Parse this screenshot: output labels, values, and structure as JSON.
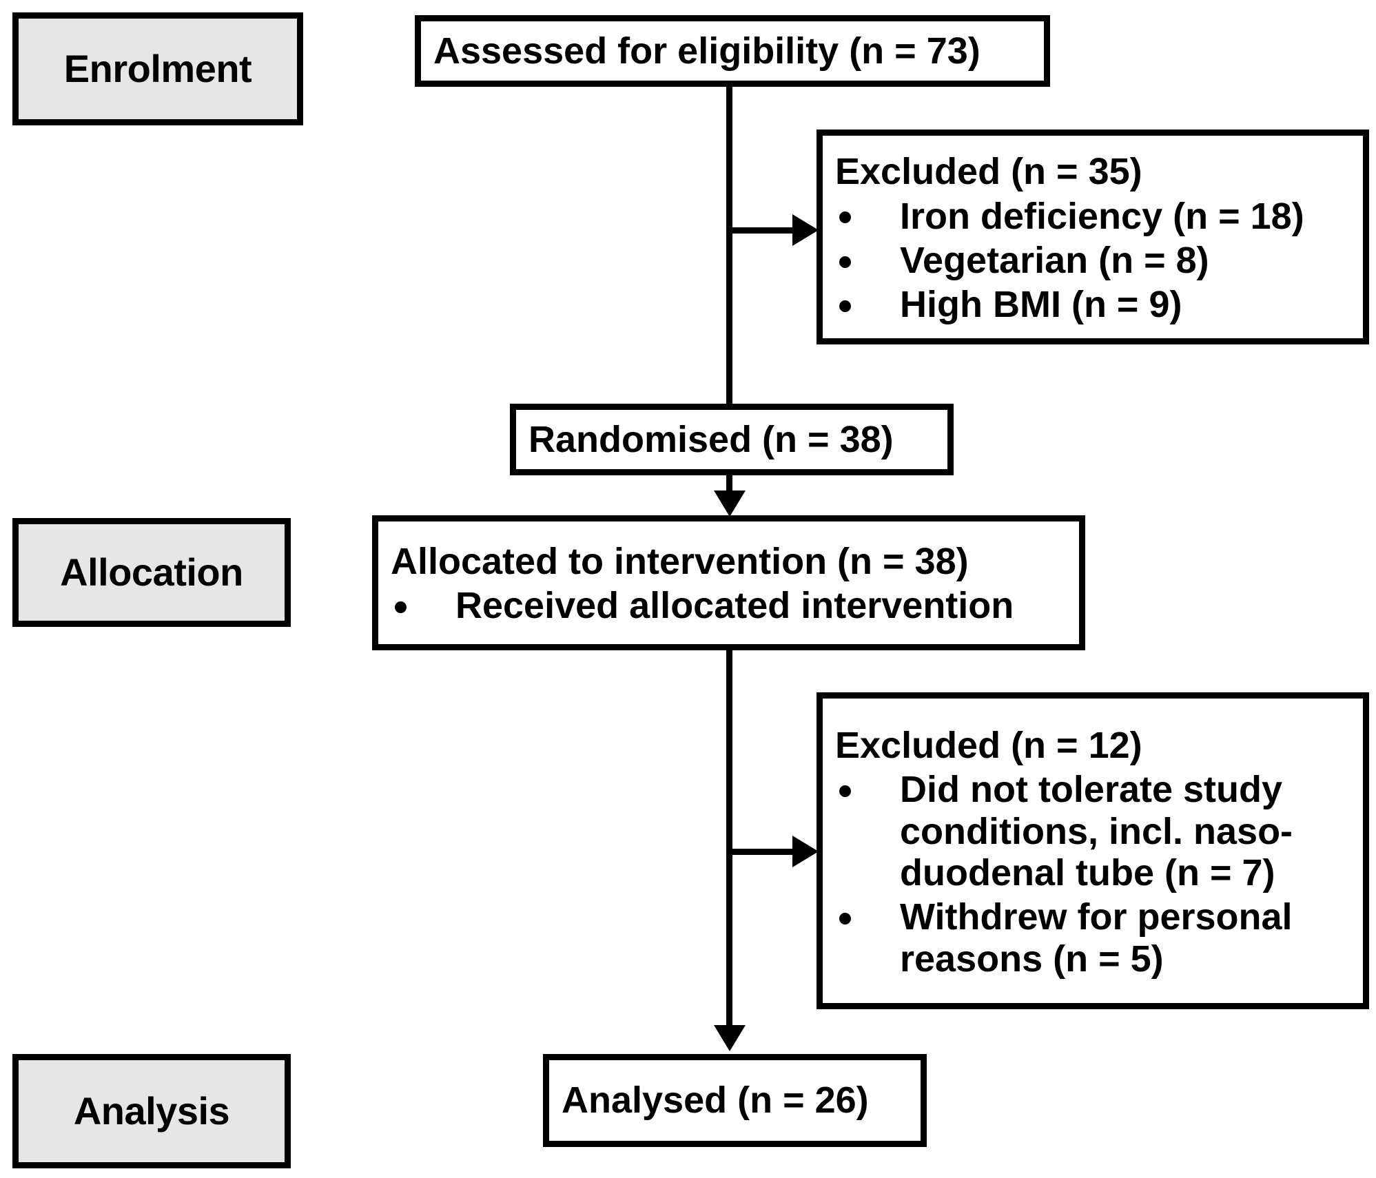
{
  "diagram": {
    "type": "consort-flow-diagram",
    "stages": [
      {
        "id": "enrolment",
        "label": "Enrolment"
      },
      {
        "id": "allocation",
        "label": "Allocation"
      },
      {
        "id": "analysis",
        "label": "Analysis"
      }
    ],
    "nodes": {
      "assessed": {
        "title": "Assessed for eligibility (n = 73)",
        "n": 73
      },
      "excluded_enrolment": {
        "title": "Excluded (n = 35)",
        "n": 35,
        "reasons": [
          {
            "text": "Iron deficiency (n = 18)",
            "n": 18
          },
          {
            "text": "Vegetarian (n = 8)",
            "n": 8
          },
          {
            "text": "High BMI (n = 9)",
            "n": 9
          }
        ]
      },
      "randomised": {
        "title": "Randomised (n = 38)",
        "n": 38
      },
      "allocated": {
        "title": "Allocated to intervention (n = 38)",
        "n": 38,
        "items": [
          {
            "text": "Received allocated intervention"
          }
        ]
      },
      "excluded_allocation": {
        "title": "Excluded (n = 12)",
        "n": 12,
        "reasons": [
          {
            "text": "Did not tolerate study conditions, incl. naso-duodenal tube (n = 7)",
            "n": 7
          },
          {
            "text": "Withdrew for personal reasons (n = 5)",
            "n": 5
          }
        ]
      },
      "analysed": {
        "title": "Analysed (n = 26)",
        "n": 26
      }
    },
    "colors": {
      "stage_fill": "#e6e6e6",
      "box_fill": "#ffffff",
      "line": "#000000",
      "text": "#000000"
    }
  }
}
